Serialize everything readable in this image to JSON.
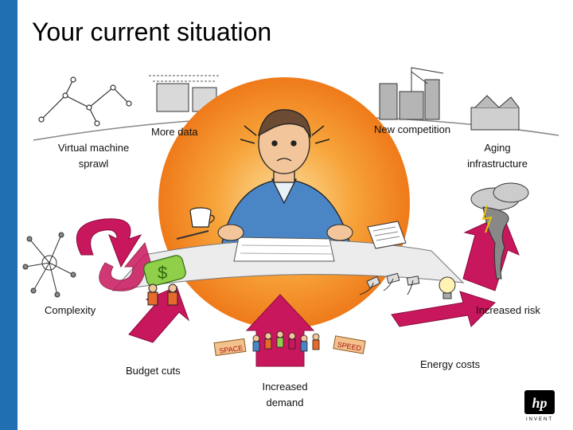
{
  "slide": {
    "title": "Your current situation"
  },
  "labels": {
    "more_data": "More data",
    "new_competition": "New competition",
    "vm_sprawl_line1": "Virtual machine",
    "vm_sprawl_line2": "sprawl",
    "aging_line1": "Aging",
    "aging_line2": "infrastructure",
    "complexity": "Complexity",
    "increased_risk": "Increased risk",
    "budget_cuts": "Budget cuts",
    "energy_costs": "Energy costs",
    "increased_demand_line1": "Increased",
    "increased_demand_line2": "demand"
  },
  "sign_text": {
    "left_sign": "SPACE",
    "right_sign": "SPEED"
  },
  "logo": {
    "text": "hp",
    "tagline": "INVENT"
  },
  "colors": {
    "accent_bar": "#1f6fb2",
    "sun": "#f28a1f",
    "arrow": "#c8175c",
    "shirt": "#4a86c6",
    "desk": "#ececec"
  }
}
